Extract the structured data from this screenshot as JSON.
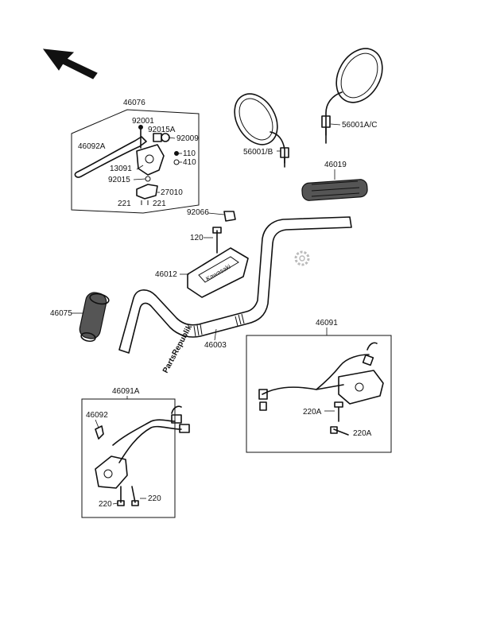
{
  "watermark": "PartsRepublik",
  "labels": {
    "l46076": "46076",
    "l92001": "92001",
    "l92015A": "92015A",
    "l92009": "92009",
    "l46092A": "46092A",
    "l110": "110",
    "l410": "410",
    "l13091": "13091",
    "l92015": "92015",
    "l27010": "27010",
    "l221a": "221",
    "l221b": "221",
    "l56001AC": "56001A/C",
    "l56001B": "56001/B",
    "l46019": "46019",
    "l92066": "92066",
    "l120": "120",
    "l46012": "46012",
    "l46075": "46075",
    "l46003": "46003",
    "l46091": "46091",
    "l220A_1": "220A",
    "l220A_2": "220A",
    "l46091A": "46091A",
    "l46092": "46092",
    "l220a": "220",
    "l220b": "220"
  }
}
